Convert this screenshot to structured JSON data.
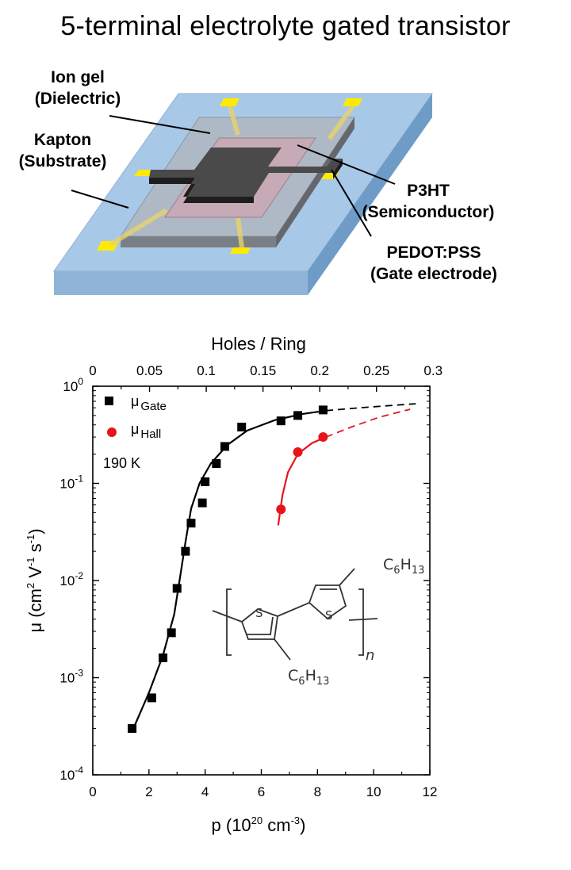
{
  "title": "5-terminal electrolyte gated transistor",
  "device": {
    "labels": {
      "ion_gel": [
        "Ion gel",
        "(Dielectric)"
      ],
      "kapton": [
        "Kapton",
        "(Substrate)"
      ],
      "p3ht": [
        "P3HT",
        "(Semiconductor)"
      ],
      "pedot": [
        "PEDOT:PSS",
        "(Gate electrode)"
      ]
    },
    "colors": {
      "substrate": "#a8c8e8",
      "gel": "#b0b8c4",
      "pedot": "#c9a9b4",
      "semiconductor": "#4a4a4a",
      "contacts": "#ffea00"
    }
  },
  "chart_data": {
    "type": "scatter",
    "xlabel": "p (10^20 cm^-3)",
    "xlabel_parts": {
      "main": "p (10",
      "sup1": "20",
      "mid": " cm",
      "sup2": "-3",
      "end": ")"
    },
    "ylabel_parts": {
      "main": "μ (cm",
      "sup1": "2",
      "mid1": " V",
      "sup2": "-1",
      "mid2": " s",
      "sup3": "-1",
      "end": ")"
    },
    "top_axis_label": "Holes / Ring",
    "xlim": [
      0,
      12
    ],
    "ylim": [
      0.0001,
      1
    ],
    "yscale": "log",
    "x_ticks": [
      "0",
      "2",
      "4",
      "6",
      "8",
      "10",
      "12"
    ],
    "x_tick_values": [
      0,
      2,
      4,
      6,
      8,
      10,
      12
    ],
    "top_ticks": [
      "0",
      "0.05",
      "0.1",
      "0.15",
      "0.2",
      "0.25",
      "0.3"
    ],
    "top_tick_values": [
      0,
      0.05,
      0.1,
      0.15,
      0.2,
      0.25,
      0.3
    ],
    "top_to_bottom_factor": 40.4,
    "y_ticks": [
      {
        "value": 1,
        "base": "10",
        "exp": "0"
      },
      {
        "value": 0.1,
        "base": "10",
        "exp": "-1"
      },
      {
        "value": 0.01,
        "base": "10",
        "exp": "-2"
      },
      {
        "value": 0.001,
        "base": "10",
        "exp": "-3"
      },
      {
        "value": 0.0001,
        "base": "10",
        "exp": "-4"
      }
    ],
    "annotation": "190 K",
    "series": [
      {
        "name": "μ Gate",
        "legend_main": "μ",
        "legend_sub": "Gate",
        "marker": "square",
        "color": "#000000",
        "x": [
          1.4,
          2.1,
          2.5,
          2.8,
          3.0,
          3.3,
          3.5,
          3.9,
          4.0,
          4.4,
          4.7,
          5.3,
          6.7,
          7.3,
          8.2
        ],
        "y": [
          0.0003,
          0.00062,
          0.0016,
          0.0029,
          0.0083,
          0.02,
          0.039,
          0.063,
          0.104,
          0.16,
          0.24,
          0.38,
          0.44,
          0.5,
          0.57
        ]
      },
      {
        "name": "μ Hall",
        "legend_main": "μ",
        "legend_sub": "Hall",
        "marker": "circle",
        "color": "#e8141a",
        "x": [
          6.7,
          7.3,
          8.2
        ],
        "y": [
          0.054,
          0.21,
          0.3
        ]
      }
    ],
    "fits": [
      {
        "color": "#000000",
        "solid": [
          [
            1.4,
            0.00028
          ],
          [
            2.0,
            0.0007
          ],
          [
            2.5,
            0.0017
          ],
          [
            2.9,
            0.0045
          ],
          [
            3.1,
            0.0105
          ],
          [
            3.3,
            0.025
          ],
          [
            3.5,
            0.055
          ],
          [
            3.8,
            0.1
          ],
          [
            4.2,
            0.16
          ],
          [
            4.8,
            0.25
          ],
          [
            5.5,
            0.35
          ],
          [
            6.5,
            0.45
          ],
          [
            7.5,
            0.52
          ],
          [
            8.3,
            0.56
          ]
        ],
        "dashed": [
          [
            8.3,
            0.56
          ],
          [
            9.5,
            0.6
          ],
          [
            10.5,
            0.63
          ],
          [
            11.5,
            0.66
          ]
        ]
      },
      {
        "color": "#e8141a",
        "solid": [
          [
            6.6,
            0.037
          ],
          [
            6.75,
            0.075
          ],
          [
            6.95,
            0.13
          ],
          [
            7.3,
            0.2
          ],
          [
            7.8,
            0.26
          ],
          [
            8.3,
            0.3
          ]
        ],
        "dashed": [
          [
            8.3,
            0.3
          ],
          [
            9.2,
            0.38
          ],
          [
            10.2,
            0.48
          ],
          [
            11.3,
            0.58
          ]
        ]
      }
    ]
  },
  "molecule": {
    "atoms": {
      "s": "S",
      "c6": "C",
      "c6_sub": "6",
      "h13": "H",
      "h13_sub": "13",
      "n": "n"
    }
  }
}
